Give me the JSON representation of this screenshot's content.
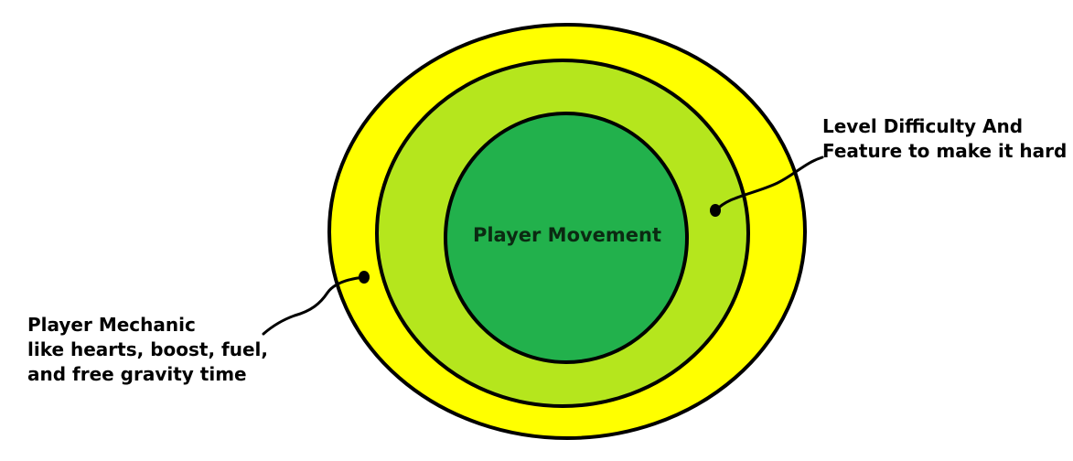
{
  "colors": {
    "outer_ring": "#ffff00",
    "middle_ring": "#b5e61d",
    "inner_circle": "#22b14c",
    "outline": "#000000"
  },
  "labels": {
    "center": "Player Movement",
    "right": [
      "Level Difficulty And",
      "Feature to make it hard"
    ],
    "left": [
      "Player Mechanic",
      "like hearts, boost, fuel,",
      "and free gravity time"
    ]
  }
}
